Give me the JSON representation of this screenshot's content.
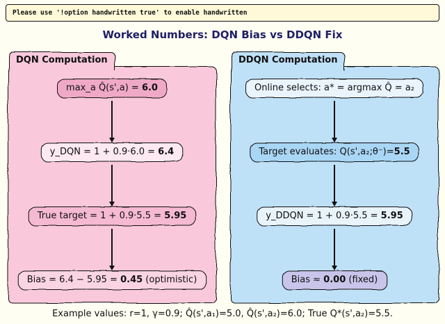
{
  "banner": {
    "text": "Please use '!option handwritten true' to enable handwritten",
    "bg": "#FFF9D9"
  },
  "title": {
    "text": "Worked Numbers: DQN Bias vs DDQN Fix",
    "color": "#1F1F66"
  },
  "colors": {
    "page_bg": "#FFFEF2",
    "ink": "#101010",
    "panel_pink": "#F9C9DB",
    "panel_blue": "#BFE1F8"
  },
  "panels": {
    "dqn": {
      "header": "DQN Computation",
      "bg": "#F9C9DB",
      "boxes": [
        {
          "prefix": "max_a Q̂(s',a) = ",
          "bold": "6.0",
          "suffix": "",
          "bg": "#EFA9C6"
        },
        {
          "prefix": "y_DQN = 1 + 0.9·6.0 = ",
          "bold": "6.4",
          "suffix": "",
          "bg": "#FCE9F2"
        },
        {
          "prefix": "True target = 1 + 0.9·5.5 = ",
          "bold": "5.95",
          "suffix": "",
          "bg": "#F5B9D1"
        },
        {
          "prefix": "Bias = 6.4 − 5.95 = ",
          "bold": "0.45",
          "suffix": " (optimistic)",
          "bg": "#FAD4E3"
        }
      ]
    },
    "ddqn": {
      "header": "DDQN Computation",
      "bg": "#BFE1F8",
      "boxes": [
        {
          "prefix": "Online selects: a* = argmax Q̂ = a₂",
          "bold": "",
          "suffix": "",
          "bg": "#EAF4FD"
        },
        {
          "prefix": "Target evaluates: Q(s',a₂;θ⁻)=",
          "bold": "5.5",
          "suffix": "",
          "bg": "#A9D6F5"
        },
        {
          "prefix": "y_DDQN = 1 + 0.9·5.5 = ",
          "bold": "5.95",
          "suffix": "",
          "bg": "#E8F3FC"
        },
        {
          "prefix": "Bias ≈ ",
          "bold": "0.00",
          "suffix": " (fixed)",
          "bg": "#C9C4EA"
        }
      ]
    }
  },
  "caption": "Example values: r=1, γ=0.9; Q̂(s',a₁)=5.0, Q̂(s',a₂)=6.0; True Q*(s',a₂)=5.5."
}
